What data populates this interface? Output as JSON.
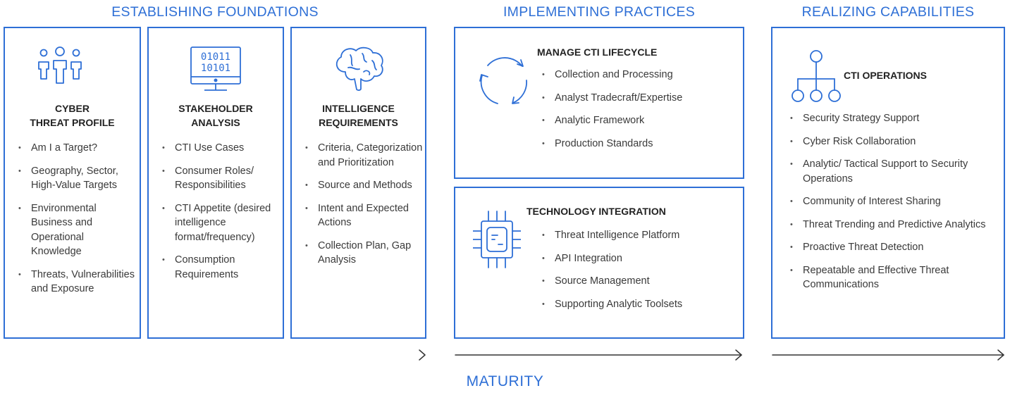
{
  "colors": {
    "accent": "#2e6fd6",
    "text": "#333333",
    "title": "#222222"
  },
  "sections": {
    "foundations": "ESTABLISHING FOUNDATIONS",
    "practices": "IMPLEMENTING PRACTICES",
    "capabilities": "REALIZING CAPABILITIES"
  },
  "cards": {
    "threat_profile": {
      "icon": "people-icon",
      "title_line1": "CYBER",
      "title_line2": "THREAT PROFILE",
      "items": [
        "Am I a Target?",
        "Geography, Sector, High-Value Targets",
        "Environmental Business and Operational Knowledge",
        "Threats, Vulnerabilities and Exposure"
      ]
    },
    "stakeholder": {
      "icon": "binary-monitor-icon",
      "title_line1": "STAKEHOLDER",
      "title_line2": "ANALYSIS",
      "monitor_text_line1": "01011",
      "monitor_text_line2": "10101",
      "items": [
        "CTI Use Cases",
        "Consumer Roles/ Responsibilities",
        "CTI Appetite (desired intelligence format/frequency)",
        "Consumption Requirements"
      ]
    },
    "requirements": {
      "icon": "brain-icon",
      "title_line1": "INTELLIGENCE",
      "title_line2": "REQUIREMENTS",
      "items": [
        "Criteria, Categorization and Prioritization",
        "Source and Methods",
        "Intent and Expected Actions",
        "Collection Plan, Gap Analysis"
      ]
    },
    "lifecycle": {
      "icon": "cycle-arrows-icon",
      "title": "MANAGE CTI LIFECYCLE",
      "items": [
        "Collection and Processing",
        "Analyst Tradecraft/Expertise",
        "Analytic Framework",
        "Production Standards"
      ]
    },
    "technology": {
      "icon": "chip-icon",
      "title": "TECHNOLOGY INTEGRATION",
      "items": [
        "Threat Intelligence Platform",
        "API Integration",
        "Source Management",
        "Supporting Analytic Toolsets"
      ]
    },
    "operations": {
      "icon": "org-hierarchy-icon",
      "title": "CTI OPERATIONS",
      "items": [
        "Security Strategy Support",
        "Cyber Risk Collaboration",
        "Analytic/ Tactical Support to Security Operations",
        "Community of Interest Sharing",
        "Threat Trending and Predictive Analytics",
        "Proactive Threat Detection",
        "Repeatable and Effective Threat Communications"
      ]
    }
  },
  "maturity_label": "MATURITY"
}
